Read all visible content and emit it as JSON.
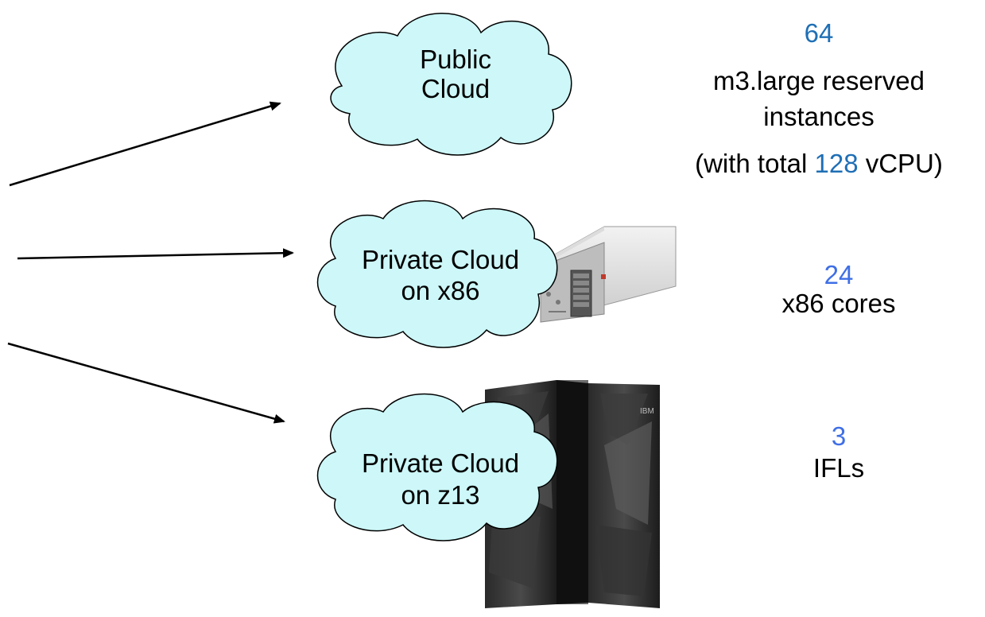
{
  "colors": {
    "cloud_fill": "#cdf7f8",
    "cloud_stroke": "#000000",
    "number_blue": "#1f6fb5",
    "number_blue_light": "#3f6fe6",
    "arrow": "#000000",
    "text": "#000000"
  },
  "clouds": [
    {
      "id": "public",
      "lines": [
        "Public",
        "Cloud"
      ]
    },
    {
      "id": "x86",
      "lines": [
        "Private Cloud",
        "on x86"
      ]
    },
    {
      "id": "z13",
      "lines": [
        "Private Cloud",
        "on z13"
      ]
    }
  ],
  "results": {
    "public": {
      "number": "64",
      "line1": "m3.large reserved",
      "line2": "instances",
      "total_prefix": "(with total ",
      "total_number": "128",
      "total_suffix": " vCPU)"
    },
    "x86": {
      "number": "24",
      "label": "x86 cores"
    },
    "z13": {
      "number": "3",
      "label": "IFLs"
    }
  },
  "icons": {
    "server": "rack-server-image",
    "mainframe": "ibm-z13-mainframe-image"
  },
  "mainframe_logo": "IBM"
}
